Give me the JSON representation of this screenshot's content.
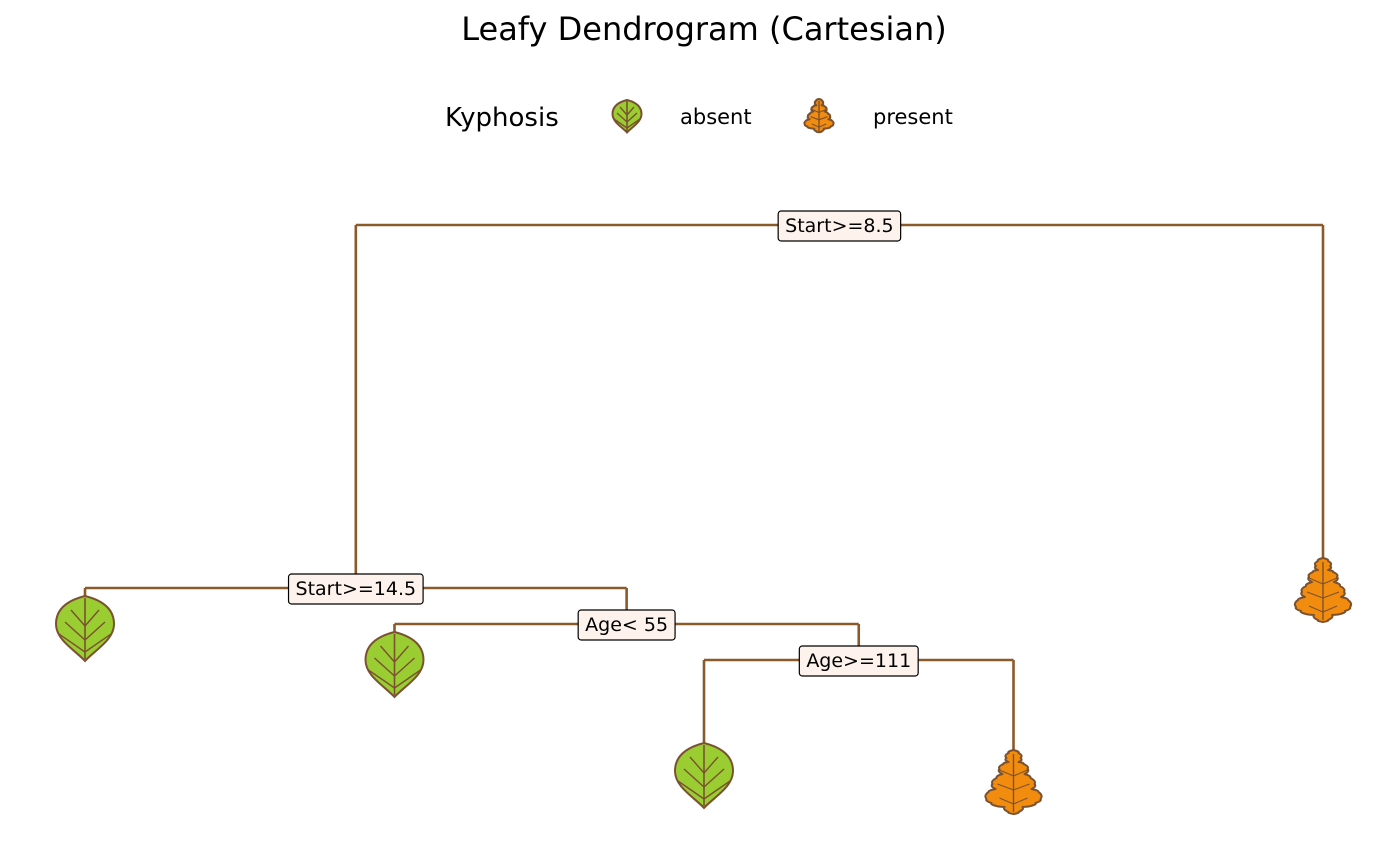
{
  "title": "Leafy Dendrogram (Cartesian)",
  "legend": {
    "title": "Kyphosis",
    "items": [
      {
        "label": "absent",
        "icon": "heart-leaf-icon",
        "color": "#9ACD32"
      },
      {
        "label": "present",
        "icon": "oak-leaf-icon",
        "color": "#F28C0F"
      }
    ]
  },
  "colors": {
    "branch": "#8B5A2B",
    "leaf_outline": "#7A5230",
    "label_fill": "#FDF3EC",
    "label_border": "#000000"
  },
  "tree": {
    "label": "Start>=8.5",
    "children": [
      {
        "label": "Start>=14.5",
        "children": [
          {
            "leaf": "absent"
          },
          {
            "label": "Age< 55",
            "children": [
              {
                "leaf": "absent"
              },
              {
                "label": "Age>=111",
                "children": [
                  {
                    "leaf": "absent"
                  },
                  {
                    "leaf": "present"
                  }
                ]
              }
            ]
          }
        ]
      },
      {
        "leaf": "present"
      }
    ]
  }
}
